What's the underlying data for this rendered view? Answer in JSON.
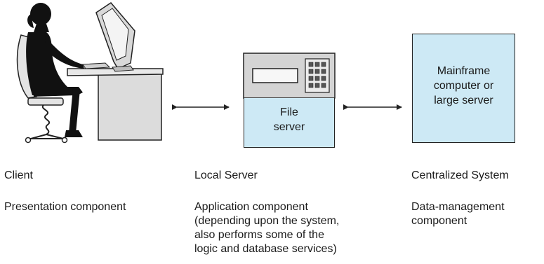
{
  "file_server": {
    "line1": "File",
    "line2": "server"
  },
  "mainframe": {
    "line1": "Mainframe",
    "line2": "computer or",
    "line3": "large server"
  },
  "columns": [
    {
      "title": "Client",
      "description": [
        "Presentation component"
      ]
    },
    {
      "title": "Local Server",
      "description": [
        "Application component",
        "(depending upon the system,",
        "also performs some of the",
        "logic and database services)"
      ]
    },
    {
      "title": "Centralized System",
      "description": [
        "Data-management",
        "component"
      ]
    }
  ],
  "colors": {
    "box_fill": "#cde9f5",
    "server_top": "#d4d4d4",
    "desk": "#dcdcdc",
    "figure": "#111111"
  }
}
